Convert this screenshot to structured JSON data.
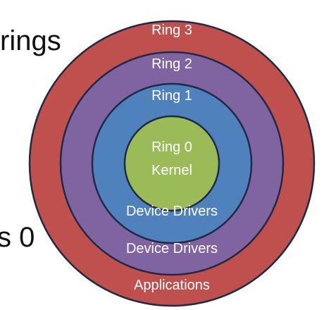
{
  "background_text": {
    "top_left": "rings",
    "bottom_left": "s 0"
  },
  "colors": {
    "ring3": "#c0504d",
    "ring2": "#8064a2",
    "ring1": "#4f81bd",
    "ring0": "#9bbb59",
    "stroke": "#1f2a44",
    "label": "#ffffff"
  },
  "rings": {
    "ring3": {
      "label": "Ring 3",
      "inner_label": "Applications"
    },
    "ring2": {
      "label": "Ring 2",
      "inner_label": "Device Drivers"
    },
    "ring1": {
      "label": "Ring 1",
      "inner_label": "Device Drivers"
    },
    "ring0": {
      "label": "Ring 0",
      "inner_label": "Kernel"
    }
  }
}
